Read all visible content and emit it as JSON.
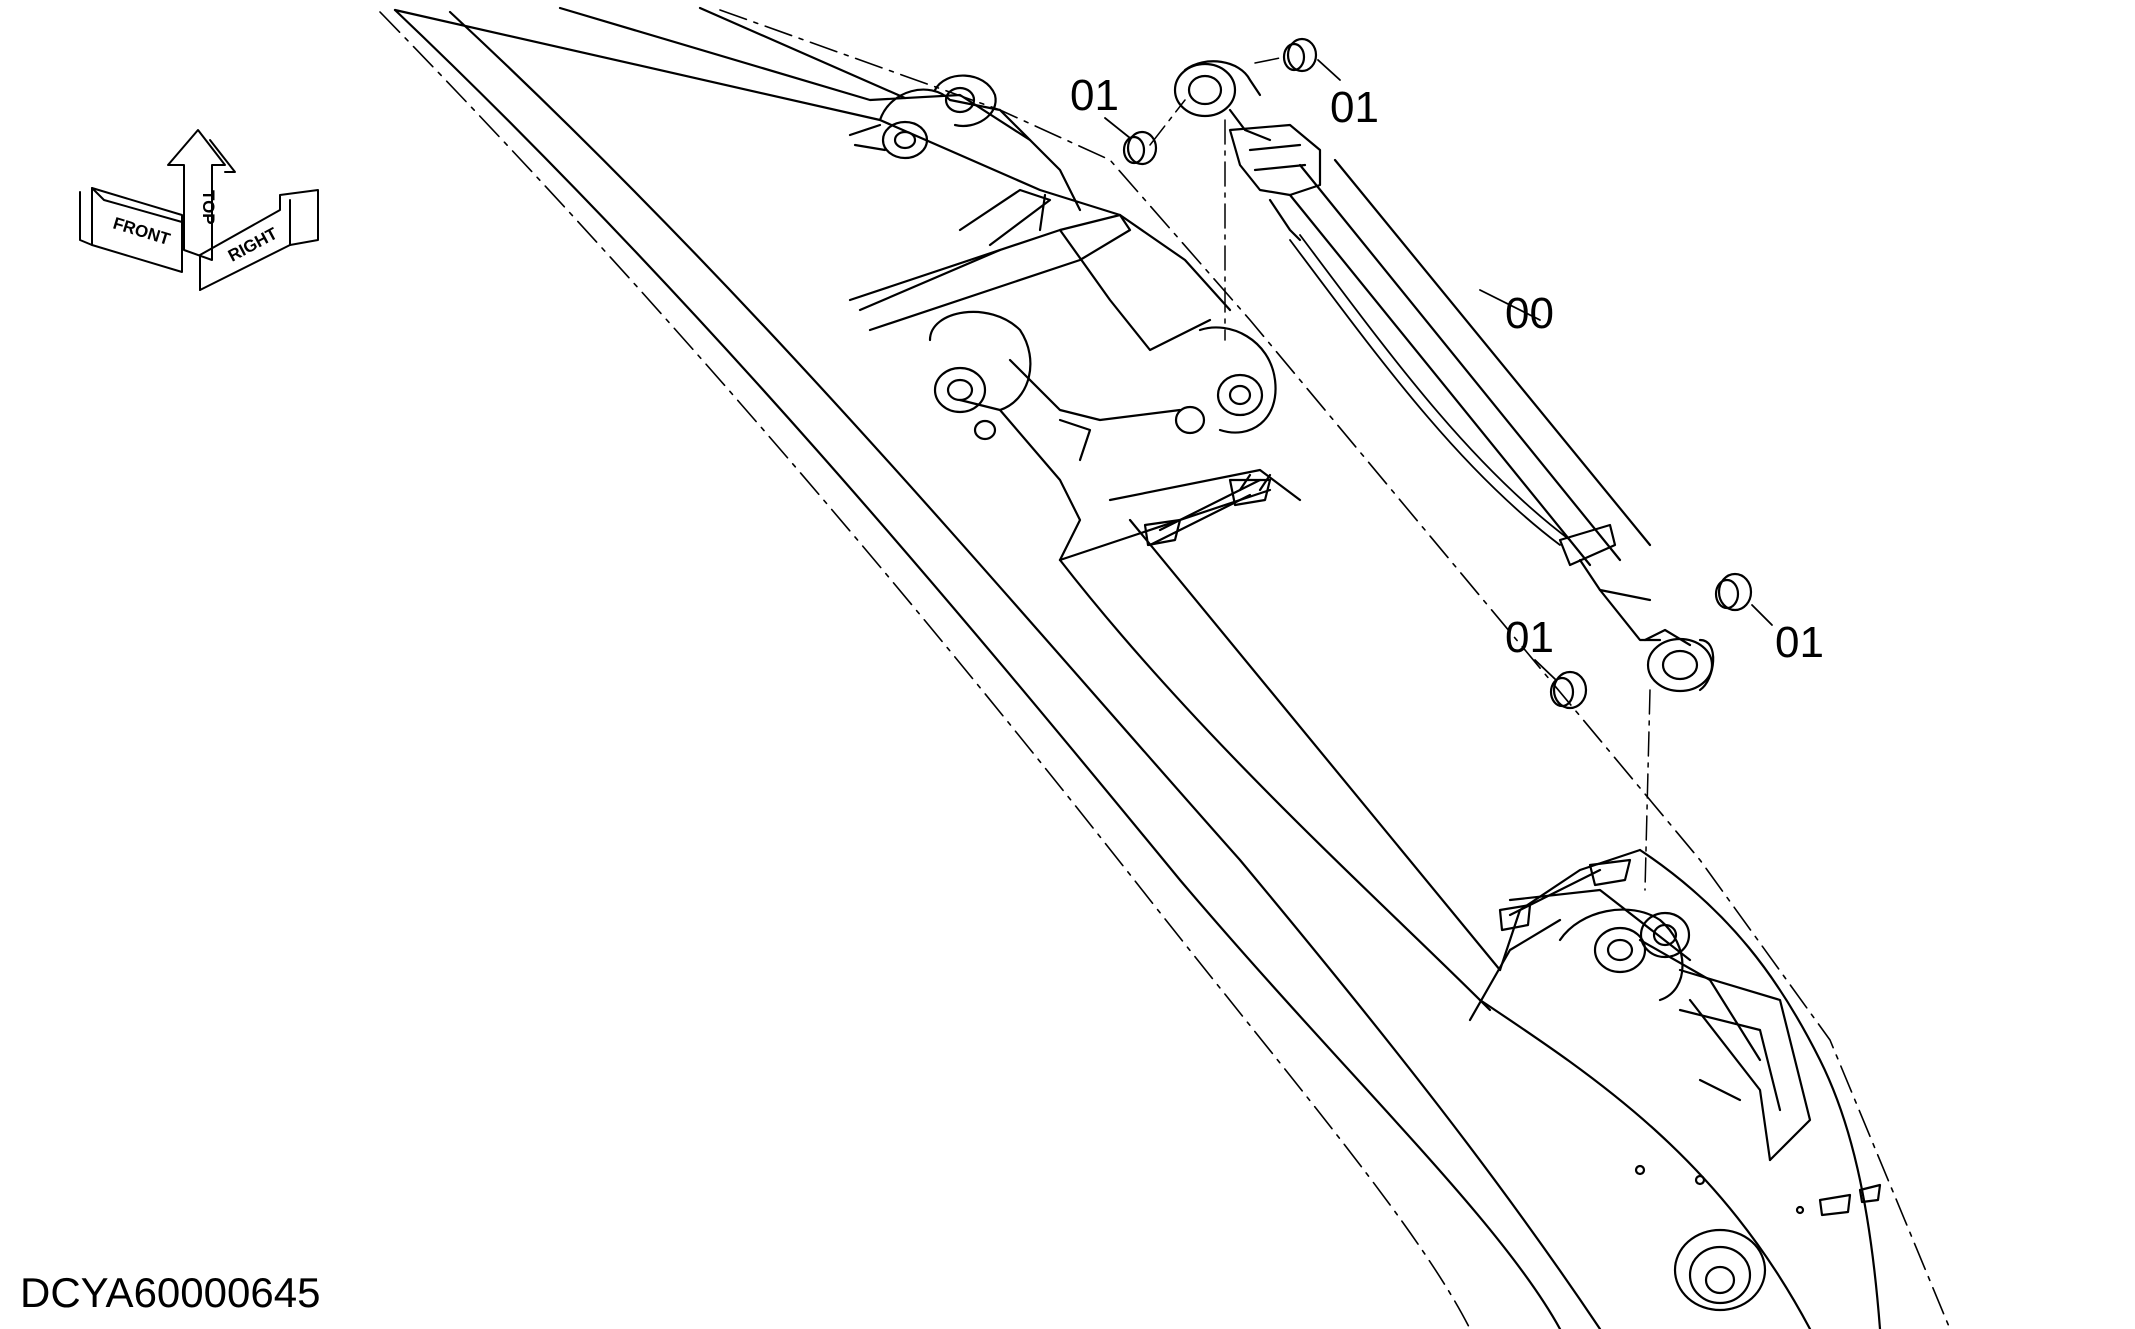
{
  "drawing_id": "DCYA60000645",
  "callouts": {
    "cylinder": "00",
    "bushing_top_left": "01",
    "bushing_top_right": "01",
    "bushing_bottom_left": "01",
    "bushing_bottom_right": "01"
  },
  "orientation": {
    "top": "TOP",
    "front": "FRONT",
    "right": "RIGHT"
  },
  "colors": {
    "line": "#000000",
    "background": "#ffffff"
  }
}
